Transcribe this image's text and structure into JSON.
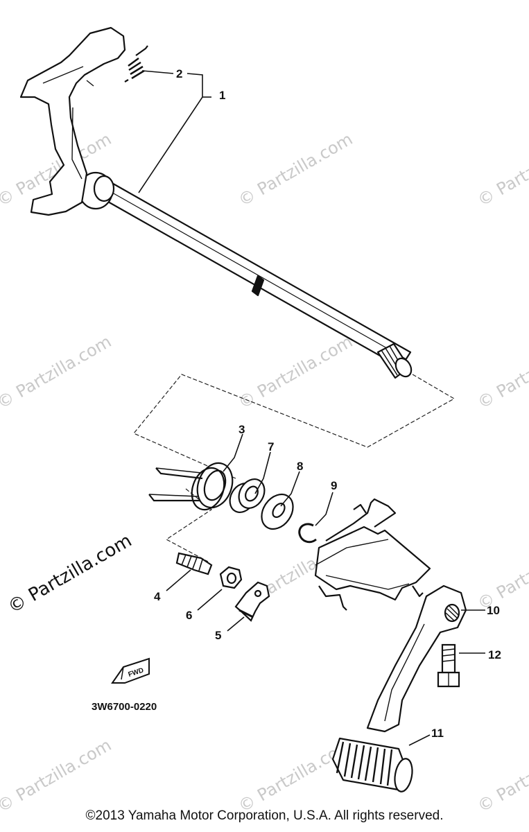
{
  "watermark": "© Partzilla.com",
  "diagram_code": "3W6700-0220",
  "fwd_label": "FWD",
  "copyright": "©2013 Yamaha Motor Corporation, U.S.A. All rights reserved.",
  "callouts": {
    "c1": "1",
    "c2": "2",
    "c3": "3",
    "c4": "4",
    "c5": "5",
    "c6": "6",
    "c7": "7",
    "c8": "8",
    "c9": "9",
    "c10": "10",
    "c11": "11",
    "c12": "12"
  }
}
